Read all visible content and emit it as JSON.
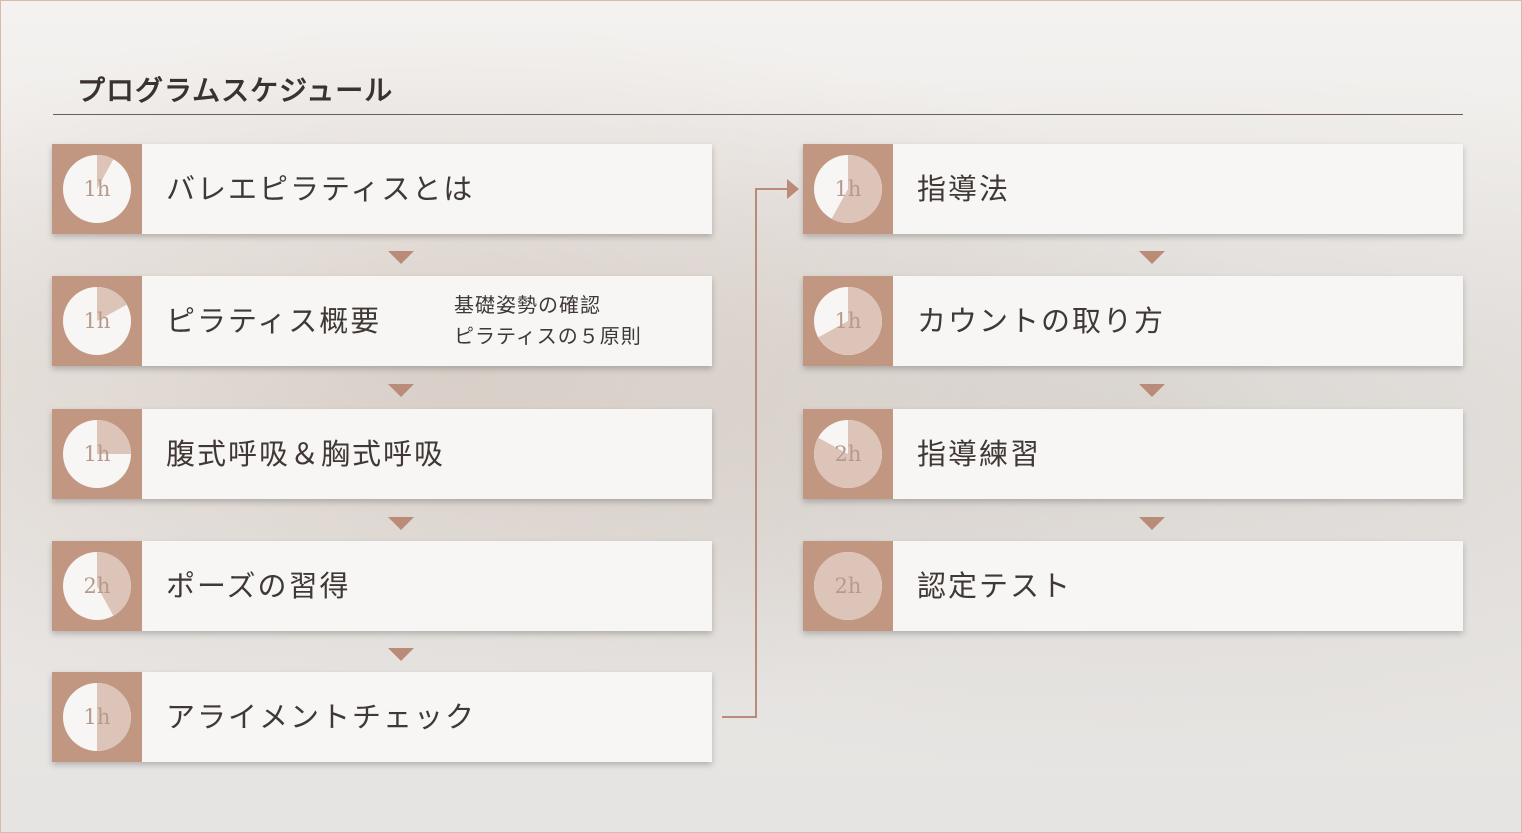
{
  "title": "プログラムスケジュール",
  "colors": {
    "accent": "#c29782",
    "arrow": "#b98b78",
    "card": "#f7f6f4",
    "text": "#3f3835"
  },
  "left_column": [
    {
      "duration": "1h",
      "label": "バレエピラティスとは",
      "progress": 0.08
    },
    {
      "duration": "1h",
      "label": "ピラティス概要",
      "note": [
        "基礎姿勢の確認",
        "ピラティスの５原則"
      ],
      "progress": 0.17
    },
    {
      "duration": "1h",
      "label": "腹式呼吸＆胸式呼吸",
      "progress": 0.25
    },
    {
      "duration": "2h",
      "label": "ポーズの習得",
      "progress": 0.42
    },
    {
      "duration": "1h",
      "label": "アライメントチェック",
      "progress": 0.5
    }
  ],
  "right_column": [
    {
      "duration": "1h",
      "label": "指導法",
      "progress": 0.58
    },
    {
      "duration": "1h",
      "label": "カウントの取り方",
      "progress": 0.67
    },
    {
      "duration": "2h",
      "label": "指導練習",
      "progress": 0.83
    },
    {
      "duration": "2h",
      "label": "認定テスト",
      "progress": 1.0
    }
  ]
}
